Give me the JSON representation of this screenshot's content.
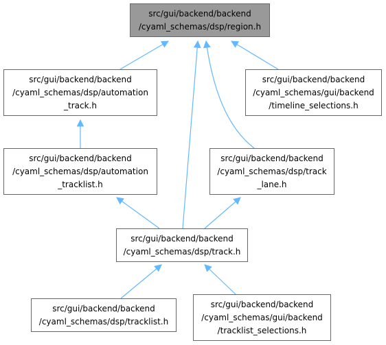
{
  "graph": {
    "nodes": [
      {
        "id": "region",
        "lines": [
          "src/gui/backend/backend",
          "/cyaml_schemas/dsp/region.h"
        ],
        "current": true
      },
      {
        "id": "automation-track",
        "lines": [
          "src/gui/backend/backend",
          "/cyaml_schemas/dsp/automation",
          "_track.h"
        ]
      },
      {
        "id": "timeline-selections",
        "lines": [
          "src/gui/backend/backend",
          "/cyaml_schemas/gui/backend",
          "/timeline_selections.h"
        ]
      },
      {
        "id": "automation-tracklist",
        "lines": [
          "src/gui/backend/backend",
          "/cyaml_schemas/dsp/automation",
          "_tracklist.h"
        ]
      },
      {
        "id": "track-lane",
        "lines": [
          "src/gui/backend/backend",
          "/cyaml_schemas/dsp/track",
          "_lane.h"
        ]
      },
      {
        "id": "track",
        "lines": [
          "src/gui/backend/backend",
          "/cyaml_schemas/dsp/track.h"
        ]
      },
      {
        "id": "tracklist",
        "lines": [
          "src/gui/backend/backend",
          "/cyaml_schemas/dsp/tracklist.h"
        ]
      },
      {
        "id": "tracklist-selections",
        "lines": [
          "src/gui/backend/backend",
          "/cyaml_schemas/gui/backend",
          "/tracklist_selections.h"
        ]
      }
    ],
    "edges": [
      {
        "from": "automation-track",
        "to": "region"
      },
      {
        "from": "track",
        "to": "region"
      },
      {
        "from": "track-lane",
        "to": "region"
      },
      {
        "from": "timeline-selections",
        "to": "region"
      },
      {
        "from": "automation-tracklist",
        "to": "automation-track"
      },
      {
        "from": "automation-tracklist",
        "to": "track"
      },
      {
        "from": "track-lane",
        "to": "track"
      },
      {
        "from": "tracklist",
        "to": "track"
      },
      {
        "from": "tracklist-selections",
        "to": "track"
      }
    ],
    "colors": {
      "edge": "#63b8ff",
      "border": "#666666",
      "current_fill": "#999999",
      "node_fill": "#ffffff"
    }
  }
}
